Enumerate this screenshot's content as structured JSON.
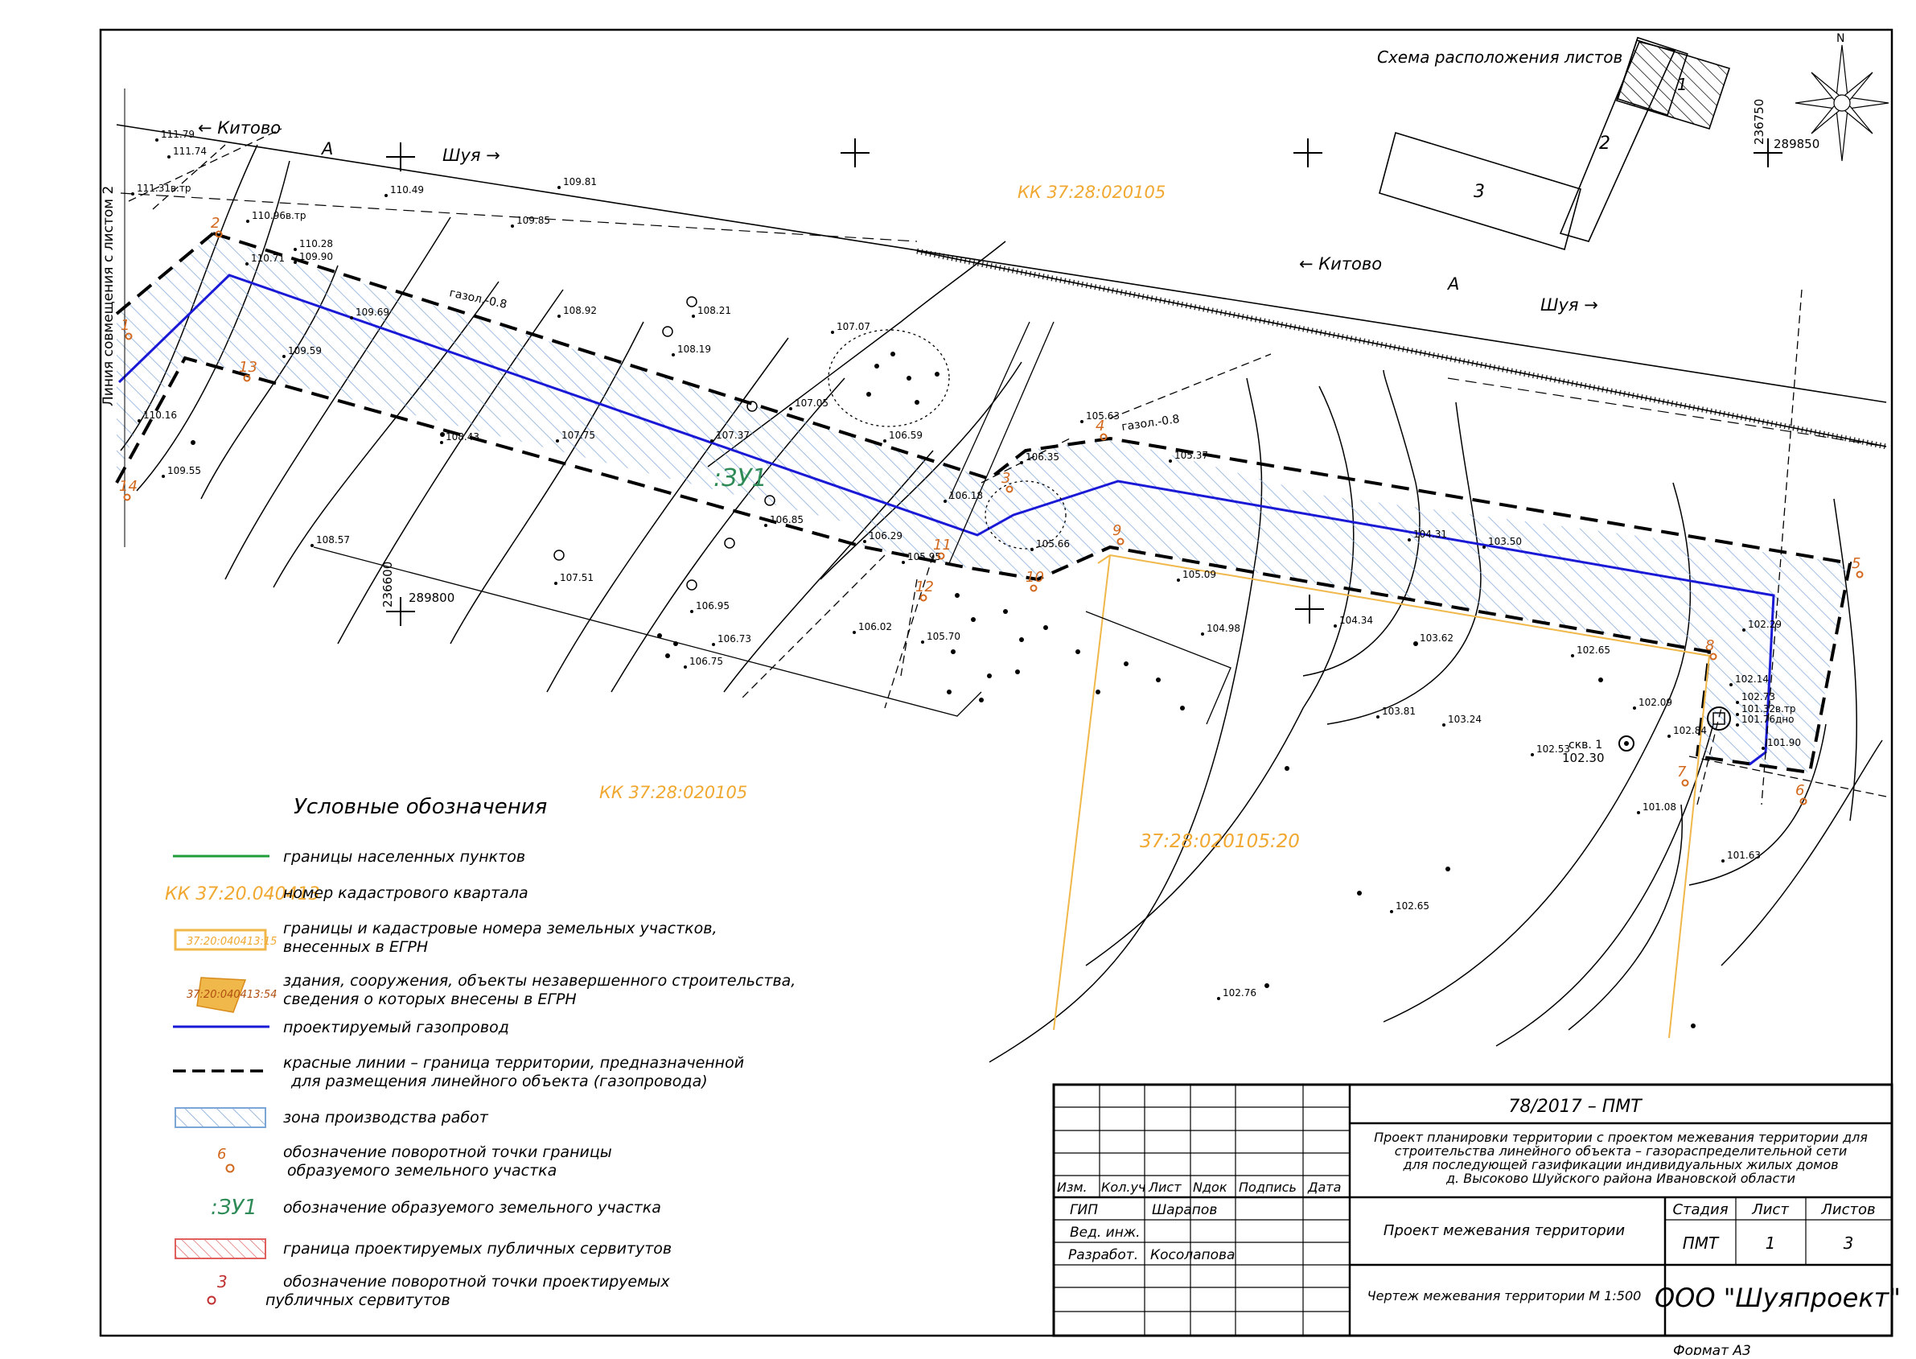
{
  "header": {
    "sheet_scheme_title": "Схема расположения листов",
    "sheet_numbers": [
      "1",
      "2",
      "3"
    ],
    "north": "N",
    "coord_y_top": "236750",
    "coord_x_top": "289850",
    "coord_y_left": "236600",
    "coord_x_left": "289800"
  },
  "roads": {
    "kitovo_1": "← Китово",
    "shuya_1": "Шуя →",
    "a_1": "А",
    "kitovo_2": "← Китово",
    "shuya_2": "Шуя →",
    "a_2": "А"
  },
  "map_labels": {
    "kk_top": "КК 37:28:020105",
    "kk_bottom": "КК 37:28:020105",
    "parcel_number": "37:28:020105:20",
    "zu_label": ":ЗУ1",
    "match_line": "Линия совмещения с листом 2",
    "gazopr_1": "газол.-0.8",
    "gazopr_2": "газол.-0.8",
    "well": "скв. 1",
    "well_elev": "102.30"
  },
  "turning_points": [
    "1",
    "2",
    "3",
    "4",
    "5",
    "6",
    "7",
    "8",
    "9",
    "10",
    "11",
    "12",
    "13",
    "14"
  ],
  "elevations": [
    "111.79",
    "111.74",
    "111.31в.тр",
    "110.96в.тр",
    "110.71",
    "110.28",
    "109.90",
    "110.49",
    "109.81",
    "109.85",
    "109.69",
    "109.59",
    "108.92",
    "108.21",
    "108.19",
    "107.07",
    "107.05",
    "107.75",
    "107.37",
    "106.59",
    "108.43",
    "110.16",
    "109.55",
    "106.35",
    "105.63",
    "105.37",
    "106.18",
    "105.66",
    "105.95",
    "106.29",
    "106.85",
    "107.51",
    "106.95",
    "106.73",
    "106.75",
    "106.02",
    "105.70",
    "105.09",
    "104.98",
    "104.34",
    "104.31",
    "103.50",
    "103.62",
    "103.81",
    "103.24",
    "102.65",
    "102.53",
    "102.09",
    "102.84",
    "102.29",
    "102.14",
    "102.73",
    "101.32в.тр",
    "101.76дно",
    "101.90",
    "101.08",
    "101.63",
    "102.65",
    "102.76",
    "108.57"
  ],
  "legend": {
    "title": "Условные обозначения",
    "items": [
      {
        "text": "границы населенных пунктов"
      },
      {
        "symbol_text": "КК 37:20.040413",
        "text": "номер кадастрового квартала"
      },
      {
        "symbol_text": "37:20:040413:15",
        "text": "границы и кадастровые номера земельных участков, внесенных в ЕГРН"
      },
      {
        "symbol_text": "37:20:040413:54",
        "text": "здания, сооружения, объекты незавершенного строительства, сведения о которых внесены в ЕГРН"
      },
      {
        "text": "проектируемый газопровод"
      },
      {
        "text": "красные линии – граница территории, предназначенной для размещения линейного объекта (газопровода)"
      },
      {
        "text": "зона производства работ"
      },
      {
        "symbol_text": "6",
        "text": "обозначение поворотной точки границы образуемого земельного участка"
      },
      {
        "symbol_text": ":ЗУ1",
        "text": "обозначение образуемого земельного участка"
      },
      {
        "text": "граница проектируемых публичных сервитутов"
      },
      {
        "symbol_text": "3",
        "text": "обозначение поворотной точки проектируемых публичных сервитутов"
      }
    ]
  },
  "title_block": {
    "doc_code": "78/2017 – ПМТ",
    "project_desc": "Проект планировки территории с проектом межевания территории для строительства линейного объекта – газораспределительной сети для последующей газификации индивидуальных жилых домов д. Высоково Шуйского района Ивановской области",
    "cols": [
      "Изм.",
      "Кол.уч",
      "Лист",
      "Nдок",
      "Подпись",
      "Дата"
    ],
    "roles": [
      {
        "role": "ГИП",
        "name": "Шарапов"
      },
      {
        "role": "Вед. инж.",
        "name": ""
      },
      {
        "role": "Разработ.",
        "name": "Косолапова"
      }
    ],
    "section": "Проект межевания территории",
    "stage_head": "Стадия",
    "sheet_head": "Лист",
    "sheets_head": "Листов",
    "stage": "ПМТ",
    "sheet": "1",
    "sheets": "3",
    "drawing": "Чертеж межевания территории М 1:500",
    "company": "ООО \"Шуяпроект\"",
    "format": "Формат А3"
  },
  "colors": {
    "red_line": "#000000",
    "gas_pipe": "#1a1ad6",
    "hatch": "#7da6d8",
    "turning_point": "#d2691e",
    "parcel": "#f0b84a",
    "kk_text": "#f0a830",
    "zu_text": "#2e8b57",
    "settlement": "#1f9e3a",
    "servitude": "#e06060"
  }
}
